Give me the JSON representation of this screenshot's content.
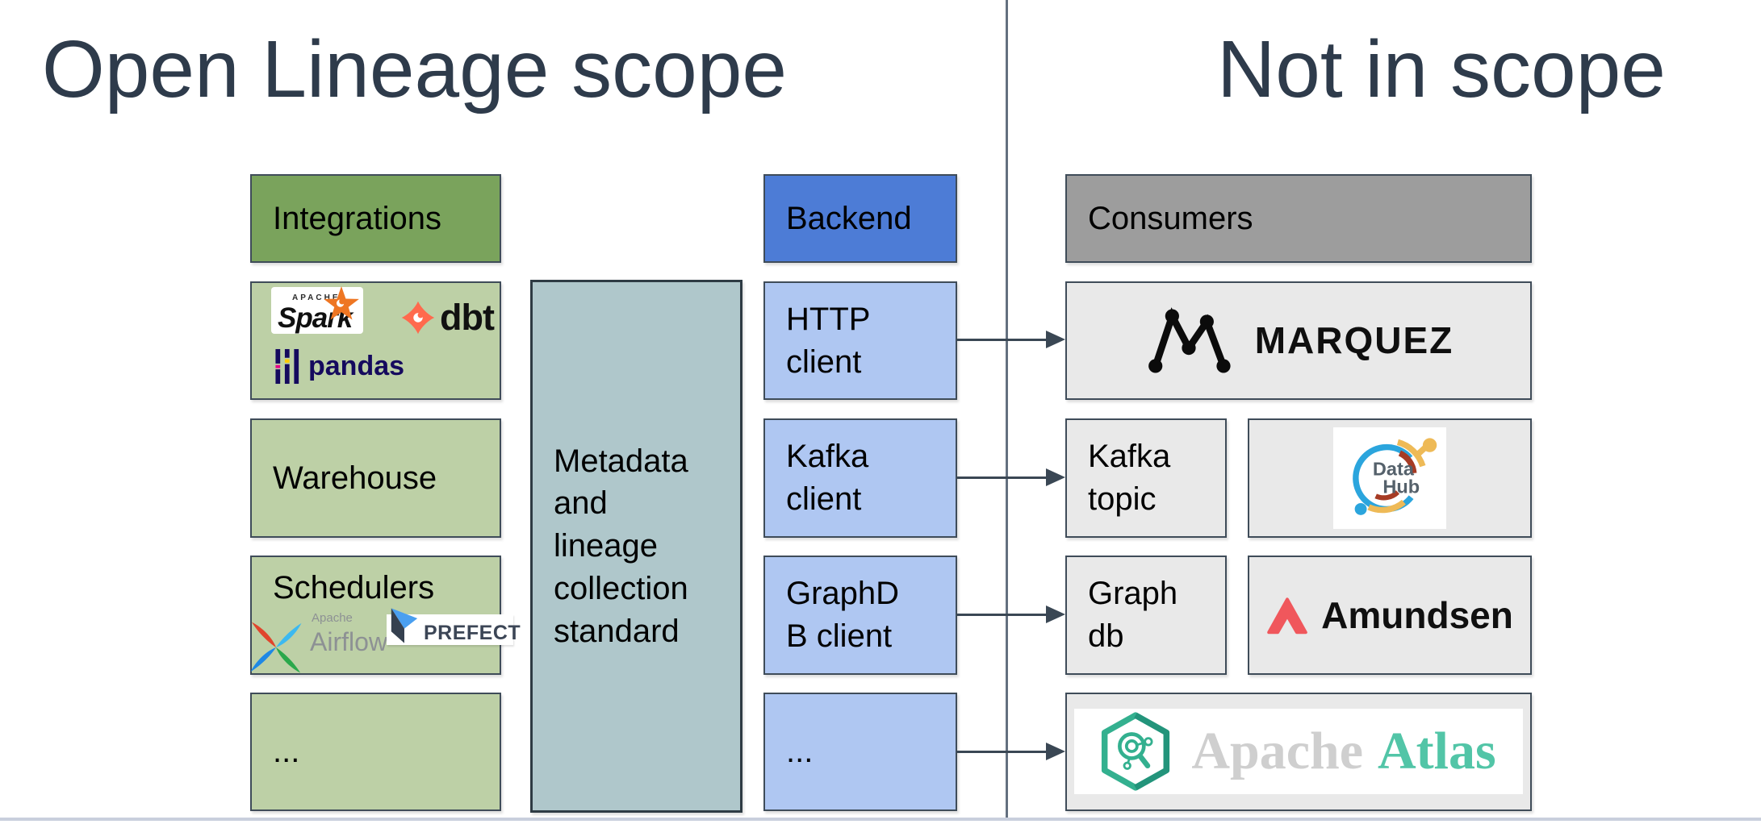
{
  "titles": {
    "left": "Open Lineage scope",
    "right": "Not in scope"
  },
  "integrations": {
    "header": "Integrations",
    "spark_small": "APACHE",
    "spark": "Spark",
    "dbt": "dbt",
    "pandas": "pandas",
    "warehouse": "Warehouse",
    "schedulers": "Schedulers",
    "airflow_small": "Apache",
    "airflow": "Airflow",
    "prefect": "PREFECT",
    "more": "..."
  },
  "standard": {
    "label": "Metadata\nand\nlineage\ncollection\nstandard"
  },
  "backend": {
    "header": "Backend",
    "http": "HTTP\nclient",
    "kafka": "Kafka\nclient",
    "graphdb": "GraphD\nB client",
    "more": "..."
  },
  "consumers": {
    "header": "Consumers",
    "marquez": "MARQUEZ",
    "kafka_topic": "Kafka\ntopic",
    "datahub_line1": "Data",
    "datahub_line2": "Hub",
    "graph_db": "Graph\ndb",
    "amundsen": "Amundsen",
    "atlas_apache": "Apache",
    "atlas_atlas": "Atlas"
  },
  "colors": {
    "title_text": "#2e3b4b",
    "header_green": "#7aa35c",
    "light_green": "#bdd0a6",
    "teal": "#afc7cb",
    "header_blue": "#4d7cd6",
    "light_blue": "#afc7f2",
    "header_gray": "#9d9d9d",
    "light_gray": "#e9e9e9",
    "box_border": "#3f4c59",
    "arrow": "#3a4754",
    "divider": "#64707f",
    "bottom_line": "#c9cfdd",
    "atlas_teal": "#52c5a7",
    "amundsen_coral": "#f0575c",
    "dbt_orange": "#ff6a4d",
    "spark_orange": "#ee7623",
    "pandas_navy": "#150a5e"
  }
}
